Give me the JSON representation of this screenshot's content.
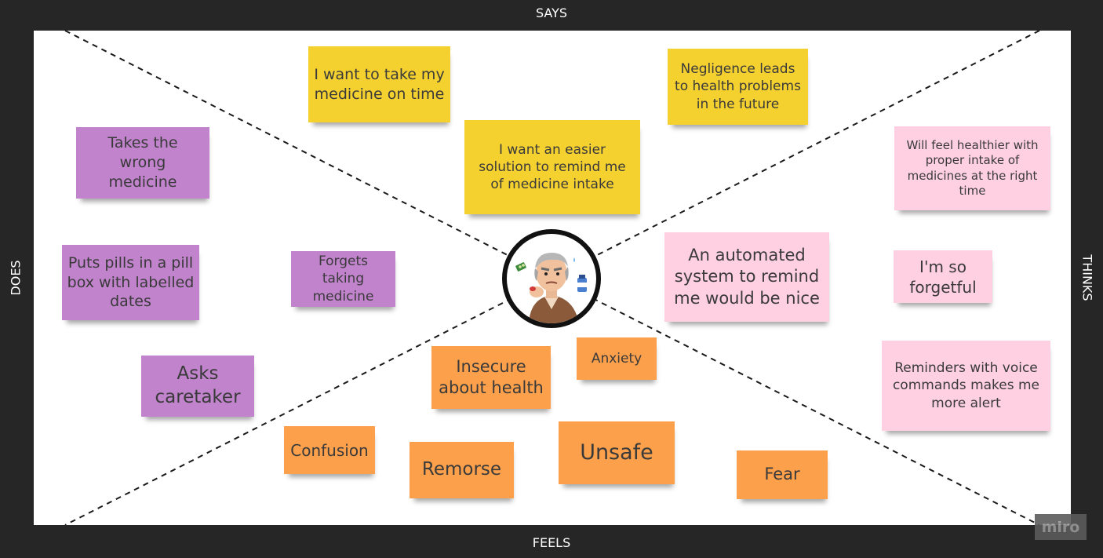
{
  "quadrants": {
    "says": "SAYS",
    "thinks": "THINKS",
    "does": "DOES",
    "feels": "FEELS"
  },
  "notes": {
    "says_take_medicine": "I want to take my medicine on time",
    "says_negligence": "Negligence leads to health problems in the future",
    "says_easier_solution": "I want an easier solution to remind me of medicine intake",
    "does_wrong_medicine": "Takes the wrong medicine",
    "does_pill_box": "Puts pills in a pill box with labelled dates",
    "does_forgets": "Forgets taking medicine",
    "does_asks_caretaker": "Asks caretaker",
    "thinks_healthier": "Will feel healthier with proper intake of medicines at the right time",
    "thinks_automated": "An automated system to remind me would be nice",
    "thinks_forgetful": "I'm so forgetful",
    "thinks_voice": "Reminders with voice commands makes me more alert",
    "feels_insecure": "Insecure about health",
    "feels_anxiety": "Anxiety",
    "feels_confusion": "Confusion",
    "feels_remorse": "Remorse",
    "feels_unsafe": "Unsafe",
    "feels_fear": "Fear"
  },
  "colors": {
    "says": "#f5d130",
    "does": "#c083cc",
    "thinks": "#ffcfe2",
    "feels": "#fda04b",
    "frame": "#262626"
  },
  "icons": {
    "center": "elderly-man-with-pill-icon"
  },
  "brand": "miro"
}
